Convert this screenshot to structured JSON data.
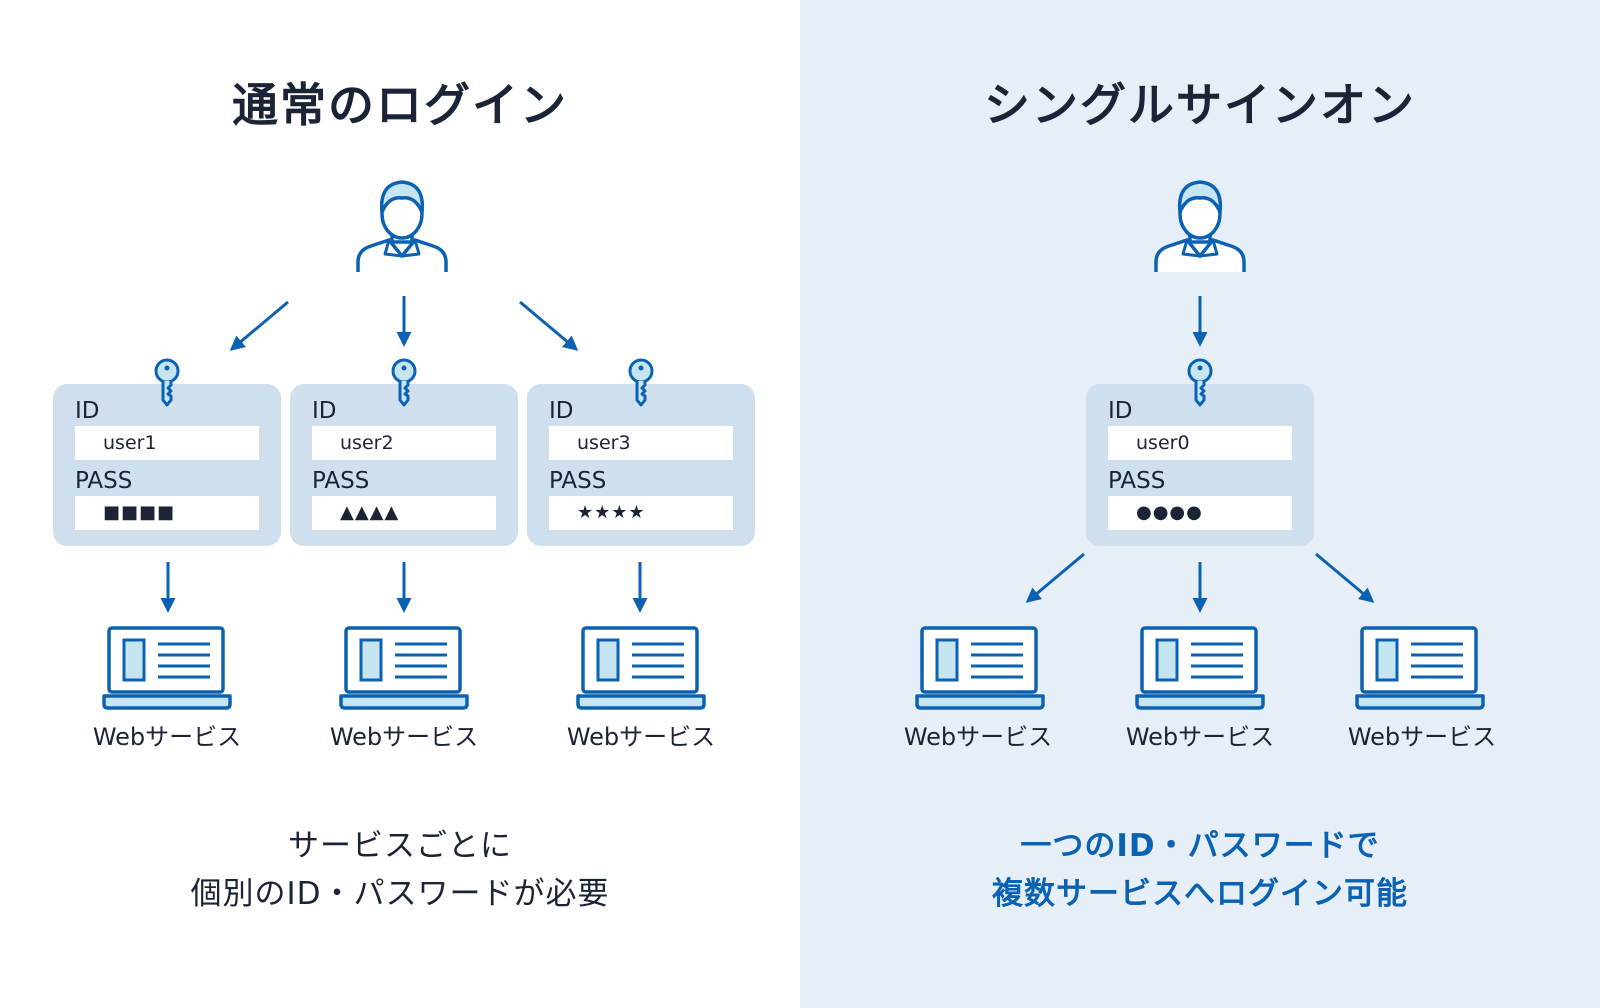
{
  "left": {
    "title": "通常のログイン",
    "cards": [
      {
        "id_label": "ID",
        "user": "user1",
        "pass_label": "PASS",
        "mask": "■■■■"
      },
      {
        "id_label": "ID",
        "user": "user2",
        "pass_label": "PASS",
        "mask": "▲▲▲▲"
      },
      {
        "id_label": "ID",
        "user": "user3",
        "pass_label": "PASS",
        "mask": "★★★★"
      }
    ],
    "services": [
      "Webサービス",
      "Webサービス",
      "Webサービス"
    ],
    "caption": [
      "サービスごとに",
      "個別のID・パスワードが必要"
    ]
  },
  "right": {
    "title": "シングルサインオン",
    "card": {
      "id_label": "ID",
      "user": "user0",
      "pass_label": "PASS",
      "mask": "●●●●"
    },
    "services": [
      "Webサービス",
      "Webサービス",
      "Webサービス"
    ],
    "caption": [
      "一つのID・パスワードで",
      "複数サービスへログイン可能"
    ]
  },
  "colors": {
    "accent": "#0b62b3",
    "text": "#1b2436",
    "card_bg": "#cfdfee",
    "right_bg": "#e6eef7",
    "icon_fill": "#c6e5f0"
  }
}
